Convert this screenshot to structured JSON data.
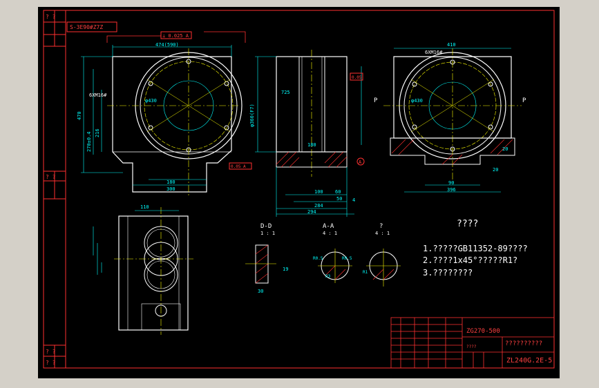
{
  "frame_label": "S-3E90#Z7Z",
  "main_views": {
    "top_width_label": "474(590)",
    "top_datum_box": "⊥ 0.025 A",
    "left_height_label": "470",
    "left_inner_height": "270±0.4",
    "left_sub_height": "216",
    "hole_pattern": "6XM16#",
    "bore_label": "φ430",
    "bottom_dim_1": "180",
    "bottom_dim_2": "300",
    "left_badge": "0.05 A"
  },
  "section_view": {
    "dia_label": "φ360(F7)",
    "dim_725": "725",
    "dim_180": "180",
    "dim_100": "100",
    "dim_60": "60",
    "dim_50": "50",
    "dim_4": "4",
    "dim_284": "284",
    "dim_294": "294",
    "datum_marker": "A",
    "flag_box": "0.05"
  },
  "right_view": {
    "top_width_label": "410",
    "hole_pattern": "6XM16#",
    "bore_label": "φ430",
    "left_letter": "P",
    "right_letter": "P",
    "bottom_dim_1": "90",
    "bottom_dim_2": "396",
    "bottom_dim_3": "20",
    "side_dim": "20"
  },
  "detail_views": {
    "view_dt_title": "D-D",
    "view_dt_scale": "1 : 1",
    "view_aa_title": "A-A",
    "view_aa_scale": "4 : 1",
    "view_q_title": "?",
    "view_q_scale": "4 : 1",
    "r05_left": "R0.5",
    "r05_right": "R0.5",
    "r3": "R3",
    "r1": "R1",
    "dim_110": "110",
    "dim_19": "19",
    "dim_30": "30"
  },
  "notes": {
    "heading": "????",
    "line1": "1.?????GB11352-89????",
    "line2": "2.????1x45°?????R1?",
    "line3": "3.????????"
  },
  "title_block": {
    "material": "ZG270-500",
    "part_name": "??????????",
    "drawing_number": "ZL240G.2E-5",
    "cell_1": "????"
  },
  "sidebar": {
    "cell_top": "?  ?",
    "cell_mid": "?  ?",
    "cell_bottom_1": "?  ?",
    "cell_bottom_2": "?  ?"
  },
  "colors": {
    "background": "#000000",
    "frame": "#ff3030",
    "outline": "#ffffff",
    "dimension": "#00ffff",
    "centerline": "#ffff00",
    "hatch": "#ff3030"
  }
}
